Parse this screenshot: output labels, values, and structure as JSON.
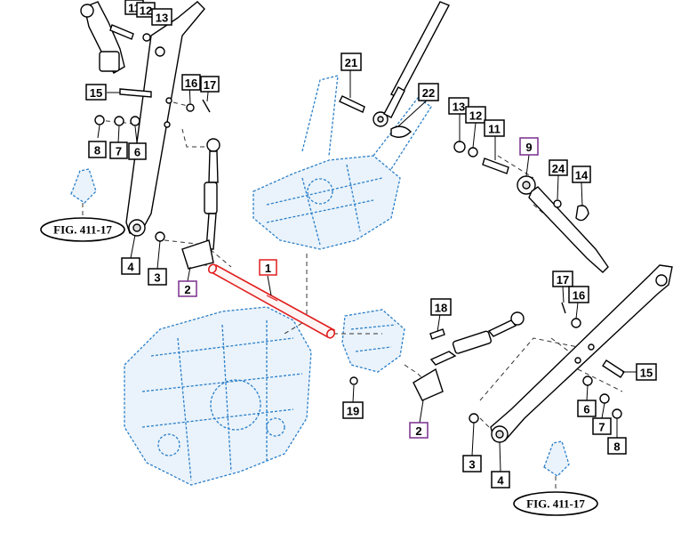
{
  "diagram": {
    "colors": {
      "highlight": "#e01e1e",
      "reference": "#7a2e8e",
      "ghost": "#2b7fc9",
      "ink": "#000000"
    },
    "callouts": [
      {
        "id": "c11a",
        "label": "11",
        "style": "black"
      },
      {
        "id": "c12a",
        "label": "12",
        "style": "black"
      },
      {
        "id": "c13a",
        "label": "13",
        "style": "black"
      },
      {
        "id": "c15a",
        "label": "15",
        "style": "black"
      },
      {
        "id": "c16a",
        "label": "16",
        "style": "black"
      },
      {
        "id": "c17a",
        "label": "17",
        "style": "black"
      },
      {
        "id": "c8a",
        "label": "8",
        "style": "black"
      },
      {
        "id": "c7a",
        "label": "7",
        "style": "black"
      },
      {
        "id": "c6a",
        "label": "6",
        "style": "black"
      },
      {
        "id": "c4a",
        "label": "4",
        "style": "black"
      },
      {
        "id": "c3a",
        "label": "3",
        "style": "black"
      },
      {
        "id": "c2a",
        "label": "2",
        "style": "purple"
      },
      {
        "id": "c1",
        "label": "1",
        "style": "red"
      },
      {
        "id": "c21",
        "label": "21",
        "style": "black"
      },
      {
        "id": "c22",
        "label": "22",
        "style": "black"
      },
      {
        "id": "c13b",
        "label": "13",
        "style": "black"
      },
      {
        "id": "c12b",
        "label": "12",
        "style": "black"
      },
      {
        "id": "c11b",
        "label": "11",
        "style": "black"
      },
      {
        "id": "c9",
        "label": "9",
        "style": "purple"
      },
      {
        "id": "c24",
        "label": "24",
        "style": "black"
      },
      {
        "id": "c14",
        "label": "14",
        "style": "black"
      },
      {
        "id": "c17b",
        "label": "17",
        "style": "black"
      },
      {
        "id": "c16b",
        "label": "16",
        "style": "black"
      },
      {
        "id": "c18",
        "label": "18",
        "style": "black"
      },
      {
        "id": "c19",
        "label": "19",
        "style": "black"
      },
      {
        "id": "c2b",
        "label": "2",
        "style": "purple"
      },
      {
        "id": "c15b",
        "label": "15",
        "style": "black"
      },
      {
        "id": "c6b",
        "label": "6",
        "style": "black"
      },
      {
        "id": "c7b",
        "label": "7",
        "style": "black"
      },
      {
        "id": "c8b",
        "label": "8",
        "style": "black"
      },
      {
        "id": "c3b",
        "label": "3",
        "style": "black"
      },
      {
        "id": "c4b",
        "label": "4",
        "style": "black"
      }
    ],
    "figure_refs": [
      {
        "id": "figA",
        "label": "FIG. 411-17"
      },
      {
        "id": "figB",
        "label": "FIG. 411-17"
      }
    ]
  }
}
